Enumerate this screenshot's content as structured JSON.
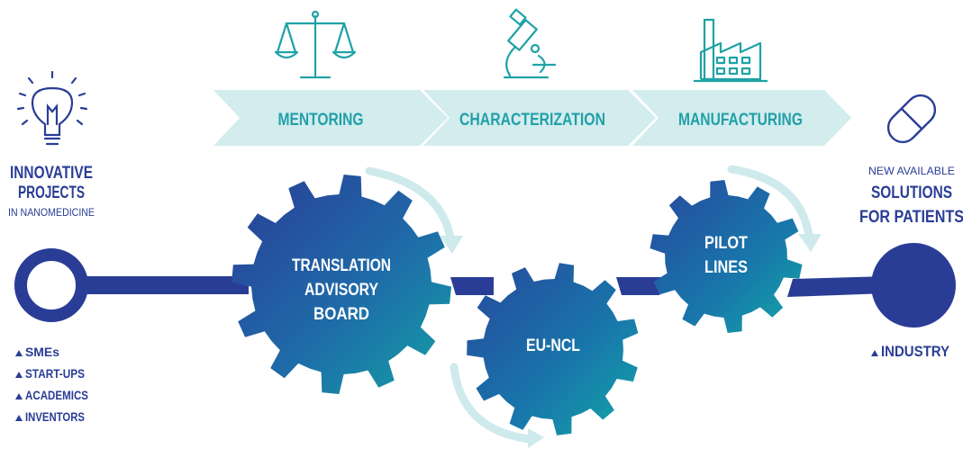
{
  "stages": [
    {
      "key": "mentoring",
      "label": "MENTORING",
      "icon": "scales-icon"
    },
    {
      "key": "characterization",
      "label": "CHARACTERIZATION",
      "icon": "microscope-icon"
    },
    {
      "key": "manufacturing",
      "label": "MANUFACTURING",
      "icon": "factory-icon"
    }
  ],
  "left": {
    "icon": "lightbulb-icon",
    "title_line1": "INNOVATIVE",
    "title_line2": "PROJECTS",
    "subtitle": "IN NANOMEDICINE",
    "bullets": [
      "SMEs",
      "START-UPS",
      "ACADEMICS",
      "INVENTORS"
    ]
  },
  "right": {
    "icon": "capsule-icon",
    "pre": "NEW AVAILABLE",
    "title_line1": "SOLUTIONS",
    "title_line2": "FOR PATIENTS",
    "bullets": [
      "INDUSTRY"
    ]
  },
  "gears": {
    "translation": [
      "TRANSLATION",
      "ADVISORY",
      "BOARD"
    ],
    "euncl": [
      "EU-NCL"
    ],
    "pilot": [
      "PILOT",
      "LINES"
    ]
  },
  "colors": {
    "navy": "#2a3d96",
    "teal": "#1aa3a3",
    "light_teal": "#cfeaec",
    "arrow_text": "#22a0a8",
    "line_icon": "#1ea2a6"
  }
}
